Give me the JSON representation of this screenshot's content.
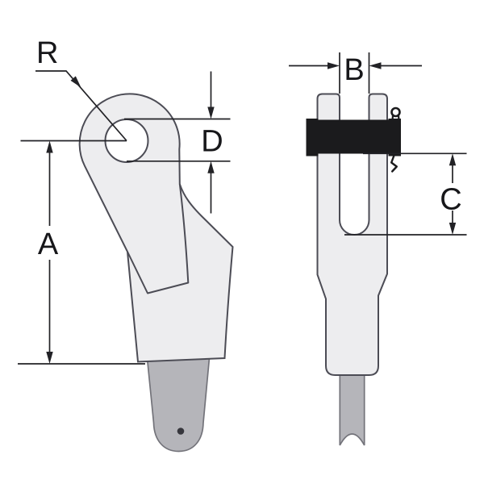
{
  "diagram": {
    "type": "technical-drawing",
    "description": "Two orthographic views of a swage fork (clevis) rigging fitting with dimension callouts",
    "views": {
      "left": "side profile of fork plate with eye hole and cable tongue",
      "right": "edge-on view of fork jaws with clevis pin, cotter ring and cable"
    },
    "labels": {
      "radius": "R",
      "overall_length": "A",
      "jaw_gap_width": "B",
      "pin_to_slot_bottom": "C",
      "hole_diameter": "D"
    },
    "colors": {
      "background": "#ffffff",
      "body_fill": "#ededef",
      "body_outline": "#4c4c55",
      "cable_fill": "#b5b5ba",
      "cable_outline": "#73737a",
      "pin_fill": "#1b1b1d",
      "dimension_line": "#222226",
      "label_text": "#17171a"
    }
  }
}
